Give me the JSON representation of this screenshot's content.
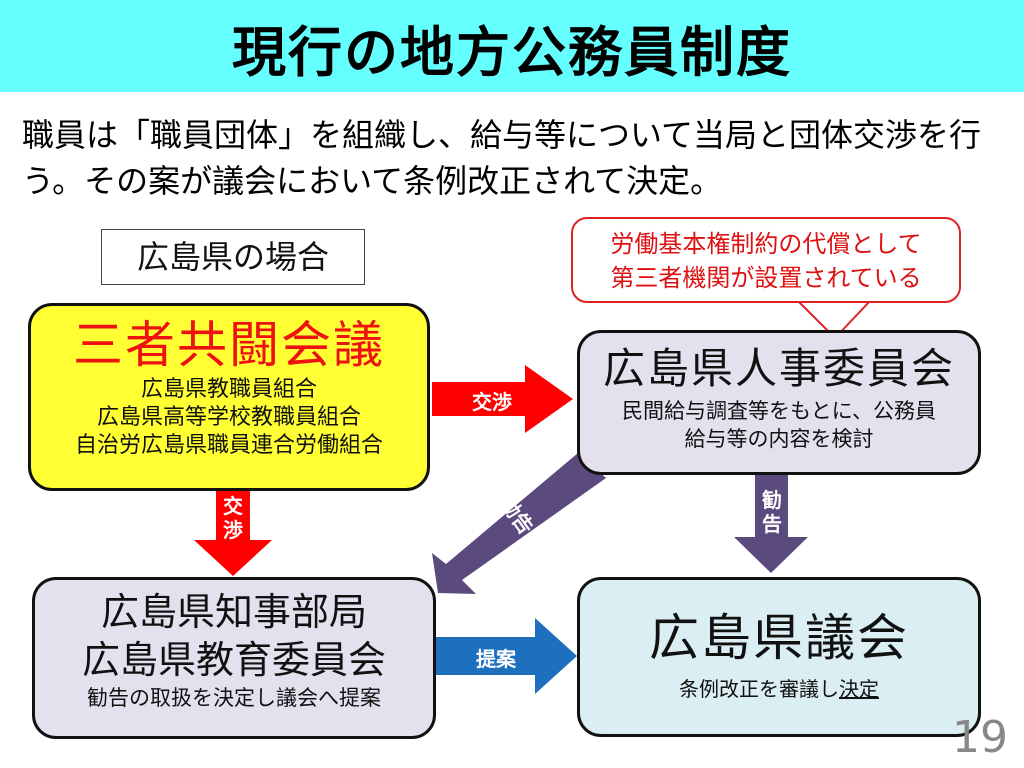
{
  "title": "現行の地方公務員制度",
  "intro": "職員は「職員団体」を組織し、給与等について当局と団体交渉を行う。その案が議会において条例改正されて決定。",
  "case_label": "広島県の場合",
  "callout": {
    "line1": "労働基本権制約の代償として",
    "line2": "第三者機関が設置されている"
  },
  "union_box": {
    "title": "三者共闘会議",
    "members": [
      "広島県教職員組合",
      "広島県高等学校教職員組合",
      "自治労広島県職員連合労働組合"
    ]
  },
  "hr_box": {
    "title": "広島県人事委員会",
    "desc_line1": "民間給与調査等をもとに、公務員",
    "desc_line2": "給与等の内容を検討"
  },
  "gov_box": {
    "title_line1": "広島県知事部局",
    "title_line2": "広島県教育委員会",
    "desc": "勧告の取扱を決定し議会へ提案"
  },
  "assembly_box": {
    "title": "広島県議会",
    "desc_prefix": "条例改正を審議し",
    "desc_emphasis": "決定"
  },
  "arrows": {
    "union_to_hr": {
      "label": "交渉",
      "color": "#ff0000"
    },
    "union_to_gov": {
      "label_1": "交",
      "label_2": "渉",
      "color": "#ff0000"
    },
    "hr_to_gov": {
      "label": "勧告",
      "color": "#5b4a7e"
    },
    "hr_to_assembly": {
      "label_1": "勧",
      "label_2": "告",
      "color": "#5b4a7e"
    },
    "gov_to_assembly": {
      "label": "提案",
      "color": "#1f6fbf"
    }
  },
  "page_number": "19"
}
